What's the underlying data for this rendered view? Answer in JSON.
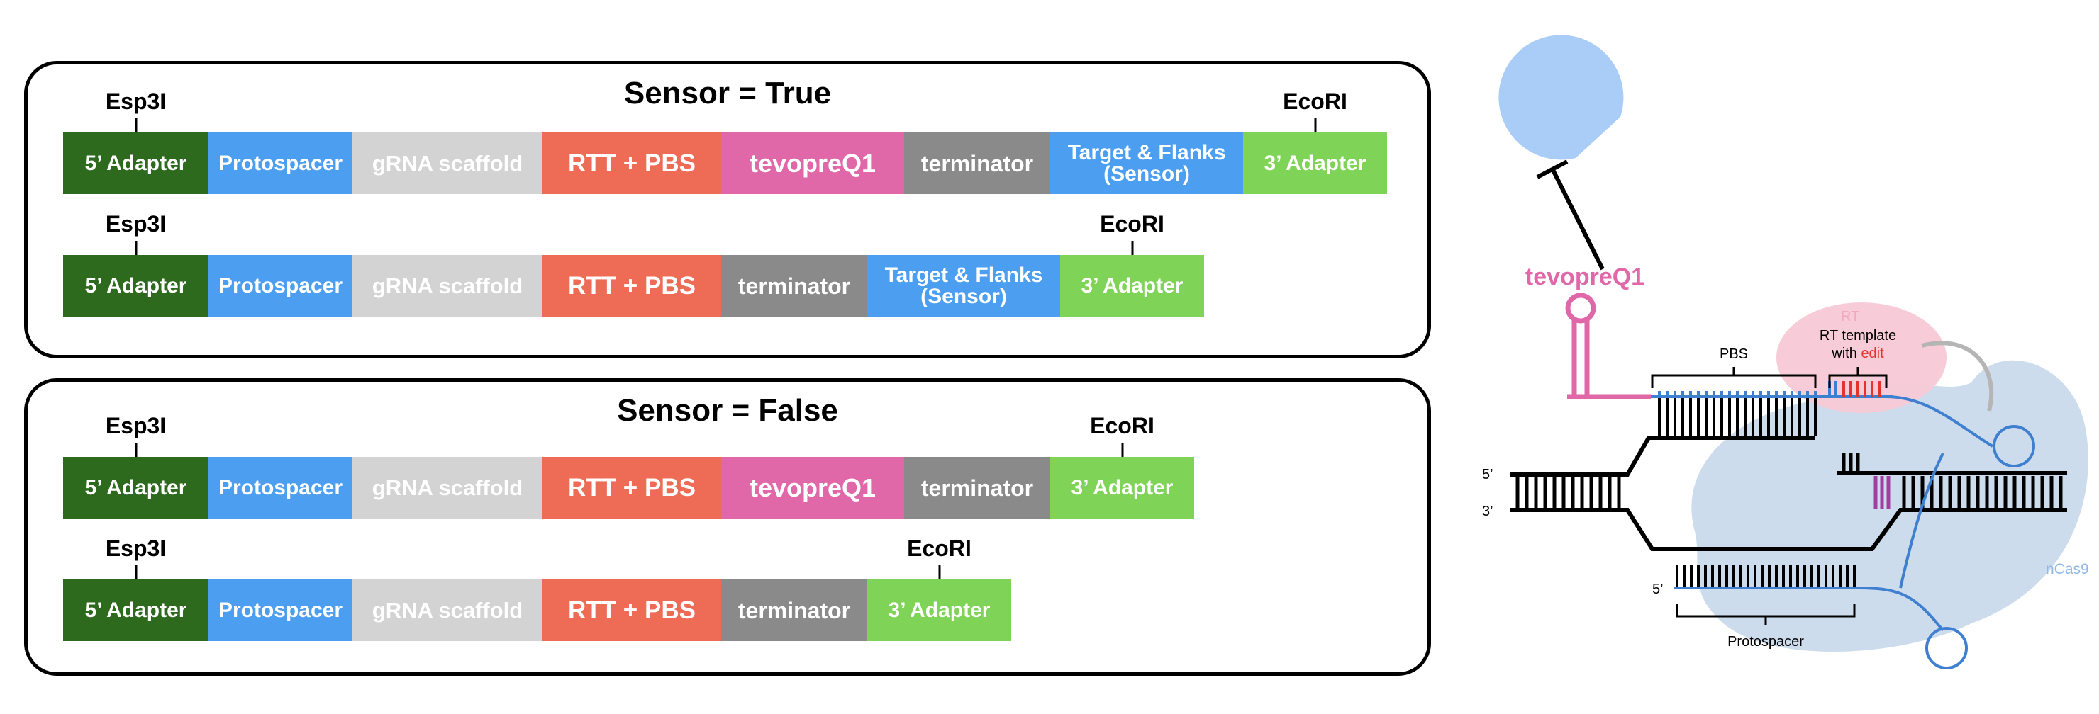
{
  "panels": [
    {
      "title": "Sensor = True",
      "rows": [
        {
          "site_left": "Esp3I",
          "site_right": "EcoRI",
          "segments": [
            {
              "label": "5’ Adapter",
              "color": "#2e6a1e"
            },
            {
              "label": "Protospacer",
              "color": "#4b9ef0"
            },
            {
              "label": "gRNA scaffold",
              "color": "#d3d3d3"
            },
            {
              "label": "RTT + PBS",
              "color": "#ee6c55"
            },
            {
              "label": "tevopreQ1",
              "color": "#e067a8"
            },
            {
              "label": "terminator",
              "color": "#8a8a8a"
            },
            {
              "label": "Target & Flanks (Sensor)",
              "color": "#4b9ef0"
            },
            {
              "label": "3’ Adapter",
              "color": "#7fd356"
            }
          ]
        },
        {
          "site_left": "Esp3I",
          "site_right": "EcoRI",
          "segments": [
            {
              "label": "5’ Adapter",
              "color": "#2e6a1e"
            },
            {
              "label": "Protospacer",
              "color": "#4b9ef0"
            },
            {
              "label": "gRNA scaffold",
              "color": "#d3d3d3"
            },
            {
              "label": "RTT + PBS",
              "color": "#ee6c55"
            },
            {
              "label": "terminator",
              "color": "#8a8a8a"
            },
            {
              "label": "Target & Flanks (Sensor)",
              "color": "#4b9ef0"
            },
            {
              "label": "3’ Adapter",
              "color": "#7fd356"
            }
          ]
        }
      ]
    },
    {
      "title": "Sensor = False",
      "rows": [
        {
          "site_left": "Esp3I",
          "site_right": "EcoRI",
          "segments": [
            {
              "label": "5’ Adapter",
              "color": "#2e6a1e"
            },
            {
              "label": "Protospacer",
              "color": "#4b9ef0"
            },
            {
              "label": "gRNA scaffold",
              "color": "#d3d3d3"
            },
            {
              "label": "RTT + PBS",
              "color": "#ee6c55"
            },
            {
              "label": "tevopreQ1",
              "color": "#e067a8"
            },
            {
              "label": "terminator",
              "color": "#8a8a8a"
            },
            {
              "label": "3’ Adapter",
              "color": "#7fd356"
            }
          ]
        },
        {
          "site_left": "Esp3I",
          "site_right": "EcoRI",
          "segments": [
            {
              "label": "5’ Adapter",
              "color": "#2e6a1e"
            },
            {
              "label": "Protospacer",
              "color": "#4b9ef0"
            },
            {
              "label": "gRNA scaffold",
              "color": "#d3d3d3"
            },
            {
              "label": "RTT + PBS",
              "color": "#ee6c55"
            },
            {
              "label": "terminator",
              "color": "#8a8a8a"
            },
            {
              "label": "3’ Adapter",
              "color": "#7fd356"
            }
          ]
        }
      ]
    }
  ],
  "schematic": {
    "motif_label": "tevopreQ1",
    "rt_label": "RT",
    "pbs_label": "PBS",
    "rt_template_label": "RT template",
    "with_label": "with",
    "edit_label": "edit",
    "five_prime": "5’",
    "three_prime": "3’",
    "five_prime_spacer": "5’",
    "protospacer_label": "Protospacer",
    "ncas9_label": "nCas9",
    "colors": {
      "pink": "#e067a8",
      "exo_blue": "#a9cdf6",
      "rt_fill": "#f7c9d6",
      "cas_fill": "#c6d8ea",
      "strand_blue": "#3f7fd0",
      "edit_red": "#e5322d"
    }
  }
}
